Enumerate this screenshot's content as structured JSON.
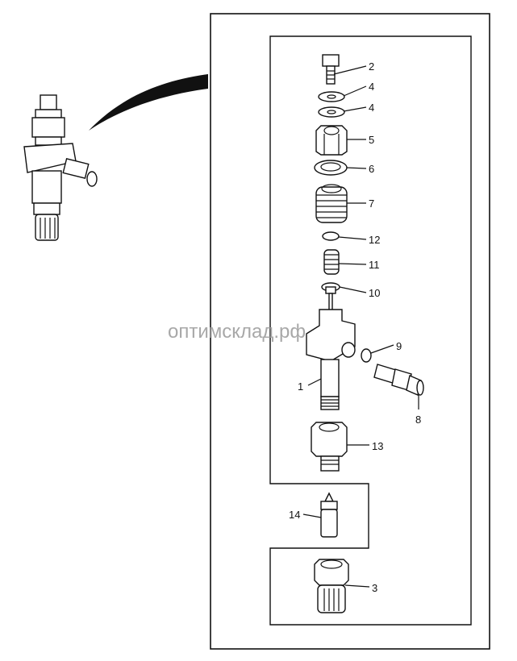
{
  "diagram": {
    "title": "Fuel injector exploded view",
    "watermark": "оптимсклад.рф",
    "callouts": [
      {
        "id": "c2",
        "label": "2"
      },
      {
        "id": "c4a",
        "label": "4"
      },
      {
        "id": "c4b",
        "label": "4"
      },
      {
        "id": "c5",
        "label": "5"
      },
      {
        "id": "c6",
        "label": "6"
      },
      {
        "id": "c7",
        "label": "7"
      },
      {
        "id": "c12",
        "label": "12"
      },
      {
        "id": "c11",
        "label": "11"
      },
      {
        "id": "c10",
        "label": "10"
      },
      {
        "id": "c9",
        "label": "9"
      },
      {
        "id": "c1",
        "label": "1"
      },
      {
        "id": "c8",
        "label": "8"
      },
      {
        "id": "c13",
        "label": "13"
      },
      {
        "id": "c14",
        "label": "14"
      },
      {
        "id": "c3",
        "label": "3"
      }
    ]
  }
}
